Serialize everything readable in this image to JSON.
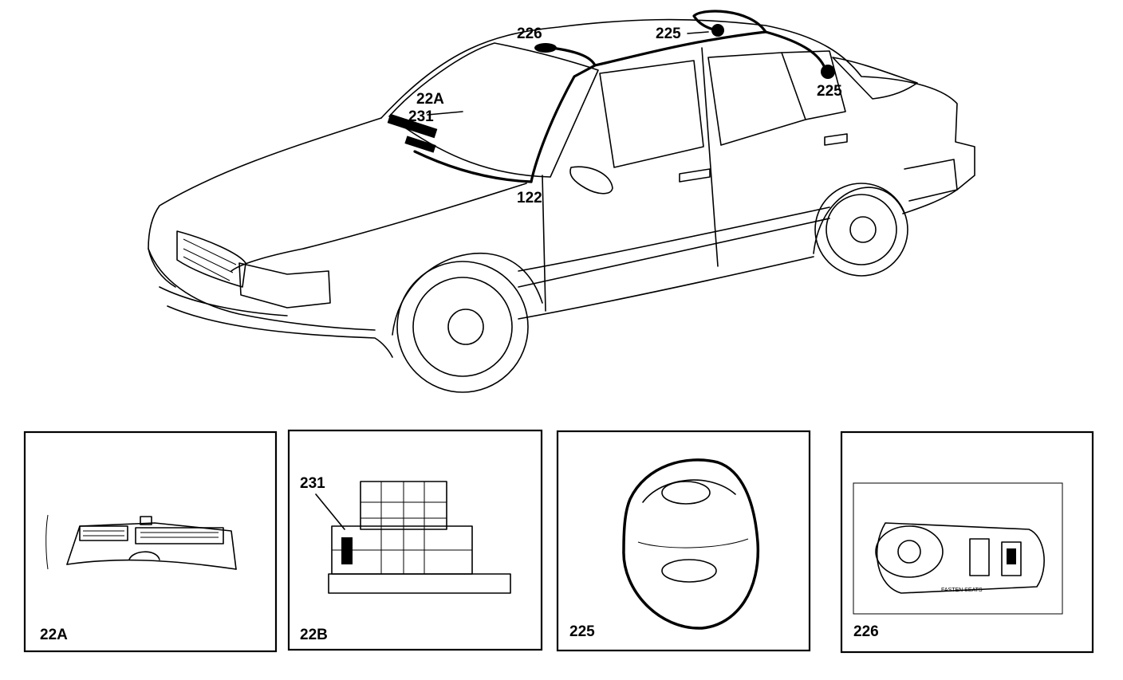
{
  "car_labels": {
    "label_226": "226",
    "label_225_top": "225",
    "label_225_right": "225",
    "label_22a": "22A",
    "label_231": "231",
    "label_122": "122"
  },
  "panels": [
    {
      "id": "22A",
      "caption": "22A"
    },
    {
      "id": "22B",
      "caption": "22B",
      "callout": "231"
    },
    {
      "id": "225",
      "caption": "225"
    },
    {
      "id": "226",
      "caption": "226",
      "switch_text": "FASTEN SEATS"
    }
  ]
}
